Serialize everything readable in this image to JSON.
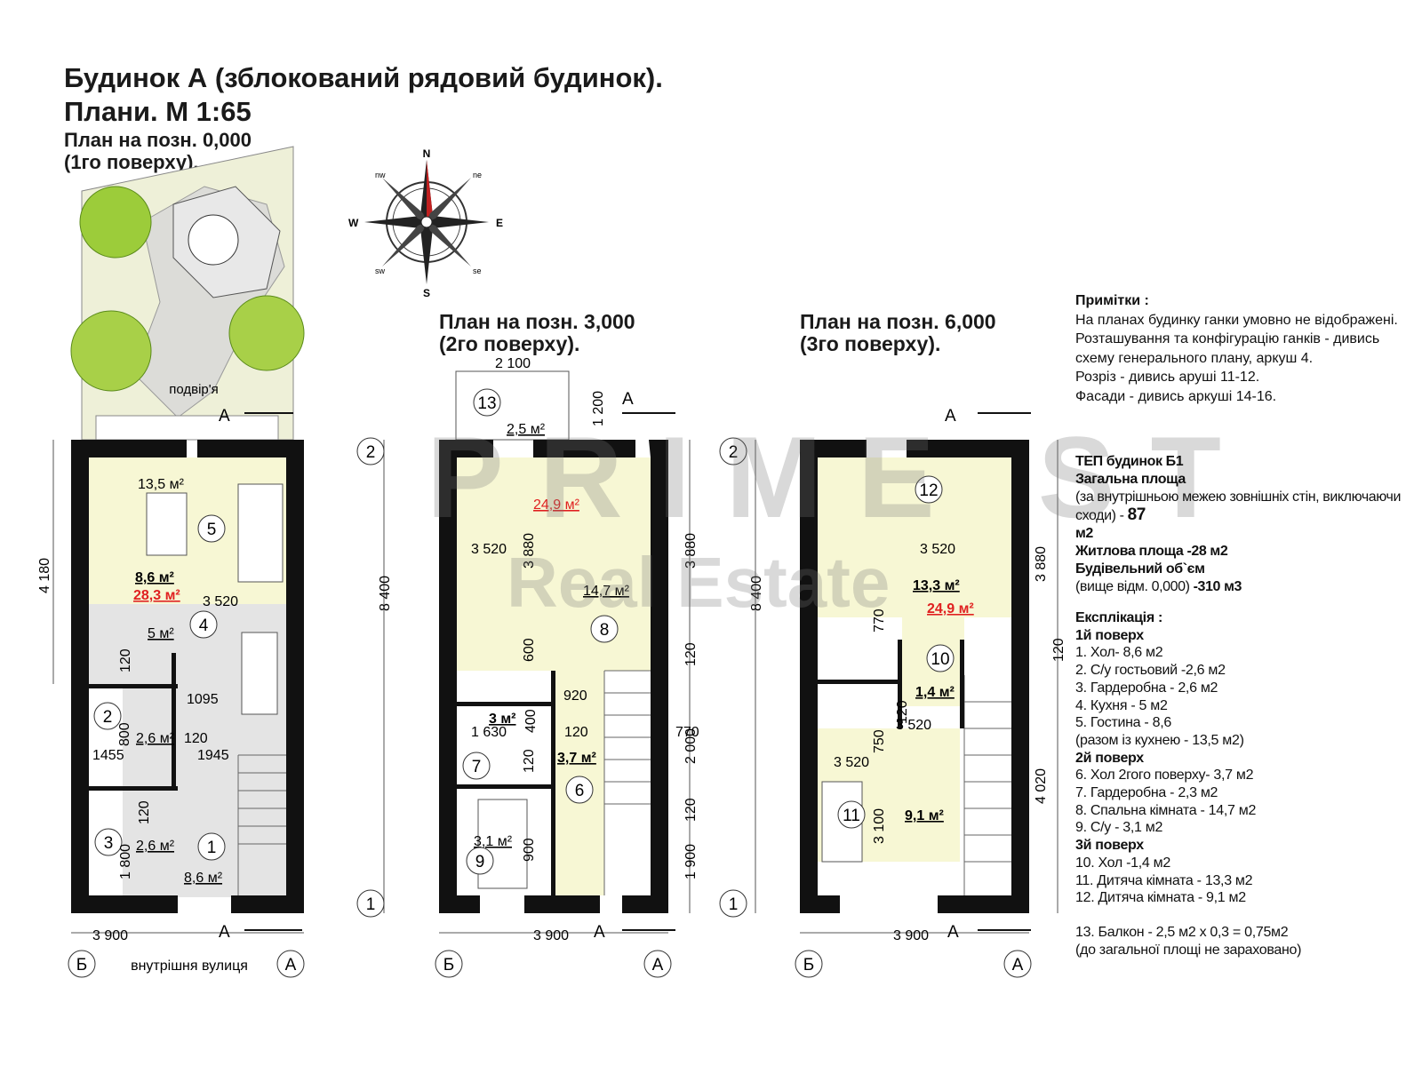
{
  "header": {
    "title_line1": "Будинок А (зблокований рядовий будинок).",
    "title_line2": "Плани. М 1:65"
  },
  "plans": [
    {
      "title_line1": "План на позн. 0,000",
      "title_line2": "(1го поверху).",
      "yard_label": "подвір'я",
      "street_label": "внутрішня вулиця",
      "rooms": [
        {
          "num": "5",
          "area": "8,6 м²"
        },
        {
          "num": "4",
          "area": "5 м²"
        },
        {
          "num": "2",
          "area": "2,6 м²"
        },
        {
          "num": "3",
          "area": "2,6 м²"
        },
        {
          "num": "1",
          "area": "8,6 м²"
        }
      ],
      "combined_area": "13,5 м²",
      "total_area": "28,3 м²",
      "dims": {
        "height": "4 180",
        "width": "3 900",
        "inner": "3 520",
        "d1095": "1095",
        "d1945": "1945",
        "d1455": "1455",
        "d120a": "120",
        "d120b": "120",
        "d120c": "120",
        "d800": "800",
        "d1800": "1 800"
      },
      "axes": {
        "left": "Б",
        "right": "А",
        "section": "А"
      }
    },
    {
      "title_line1": "План на позн. 3,000",
      "title_line2": "(2го поверху).",
      "rooms": [
        {
          "num": "13",
          "area": "2,5 м²"
        },
        {
          "num": "8",
          "area": "14,7 м²"
        },
        {
          "num": "7",
          "area": "3 м²"
        },
        {
          "num": "6",
          "area": "3,7 м²"
        },
        {
          "num": "9",
          "area": "3,1 м²"
        }
      ],
      "total_area": "24,9 м²",
      "dims": {
        "balcony_w": "2 100",
        "balcony_d": "1 200",
        "height": "8 400",
        "width": "3 900",
        "inner": "3 520",
        "d3880a": "3 880",
        "d3880b": "3 880",
        "d600": "600",
        "d920": "920",
        "d1630": "1 630",
        "d400": "400",
        "d120a": "120",
        "d120b": "120",
        "d120c": "120",
        "d120d": "120",
        "d2000": "2 000",
        "d1900a": "1 900",
        "d1900b": "900",
        "d770": "770"
      },
      "axes": {
        "top": "2",
        "bottom": "1",
        "left": "Б",
        "right": "А",
        "section_top": "А",
        "section_bottom": "А"
      }
    },
    {
      "title_line1": "План на позн. 6,000",
      "title_line2": "(3го поверху).",
      "rooms": [
        {
          "num": "12",
          "area": "13,3 м²"
        },
        {
          "num": "10",
          "area": "1,4 м²"
        },
        {
          "num": "11",
          "area": "9,1 м²"
        }
      ],
      "total_area": "24,9 м²",
      "dims": {
        "height": "8 400",
        "width": "3 900",
        "inner1": "3 520",
        "inner2": "3 520",
        "inner3": "3 520",
        "d3880": "3 880",
        "d120": "120",
        "d4020": "4 020",
        "d770": "770",
        "d750": "750",
        "d3100": "3 100",
        "d1120": "120"
      },
      "axes": {
        "top": "2",
        "bottom": "1",
        "left": "Б",
        "right": "А",
        "section_top": "А",
        "section_bottom": "А"
      }
    }
  ],
  "compass": {
    "n": "N",
    "s": "S",
    "e": "E",
    "w": "W",
    "nw": "nw",
    "ne": "ne",
    "sw": "sw",
    "se": "se"
  },
  "notes": {
    "heading": "Примітки :",
    "lines": [
      "На планах будинку ганки умовно не відображені.",
      "Розташування та конфігурацію ганків - дивись схему генерального плану, аркуш 4.",
      "Розріз - дивись аруші 11-12.",
      "Фасади - дивись аркуші 14-16."
    ]
  },
  "tep": {
    "heading": "ТЕП будинок Б1",
    "total_label": "Загальна площа",
    "total_note": "(за внутрішньою межею зовнішніх стін, виключаючи сходи)  - ",
    "total_value": "87",
    "total_unit": "м2",
    "living": "Житлова площа -28 м2",
    "volume_label": "Будівельний об`єм",
    "volume_note": "(вище відм. 0,000) ",
    "volume_value": "-310 м3"
  },
  "explication": {
    "heading": "Експлікація :",
    "floors": [
      {
        "label": "1й поверх",
        "items": [
          "1. Хол- 8,6 м2",
          "2. С/у гостьовий -2,6 м2",
          "3. Гардеробна - 2,6 м2",
          "4. Кухня - 5 м2",
          "5. Гостина - 8,6",
          "(разом із кухнею - 13,5 м2)"
        ]
      },
      {
        "label": "2й поверх",
        "items": [
          "6. Хол 2гого поверху- 3,7 м2",
          "7. Гардеробна - 2,3 м2",
          "8. Спальна кімната - 14,7 м2",
          "9. С/у - 3,1 м2"
        ]
      },
      {
        "label": "3й поверх",
        "items": [
          "10. Хол -1,4 м2",
          "11.  Дитяча кімната - 13,3 м2",
          "12. Дитяча кімната - 9,1 м2"
        ]
      }
    ],
    "balcony": "13. Балкон - 2,5 м2 х 0,3 = 0,75м2",
    "balcony_note": "(до  загальної площі не зараховано)"
  },
  "watermark": {
    "line1": "PRIME ST",
    "line2": "Real Estate"
  },
  "colors": {
    "wall": "#111111",
    "room_fill": "#f7f7d4",
    "hall_fill": "#e4e4e4",
    "yard": "#eef0d8",
    "tree": "#9ccc3a",
    "red_area": "#e02020"
  }
}
